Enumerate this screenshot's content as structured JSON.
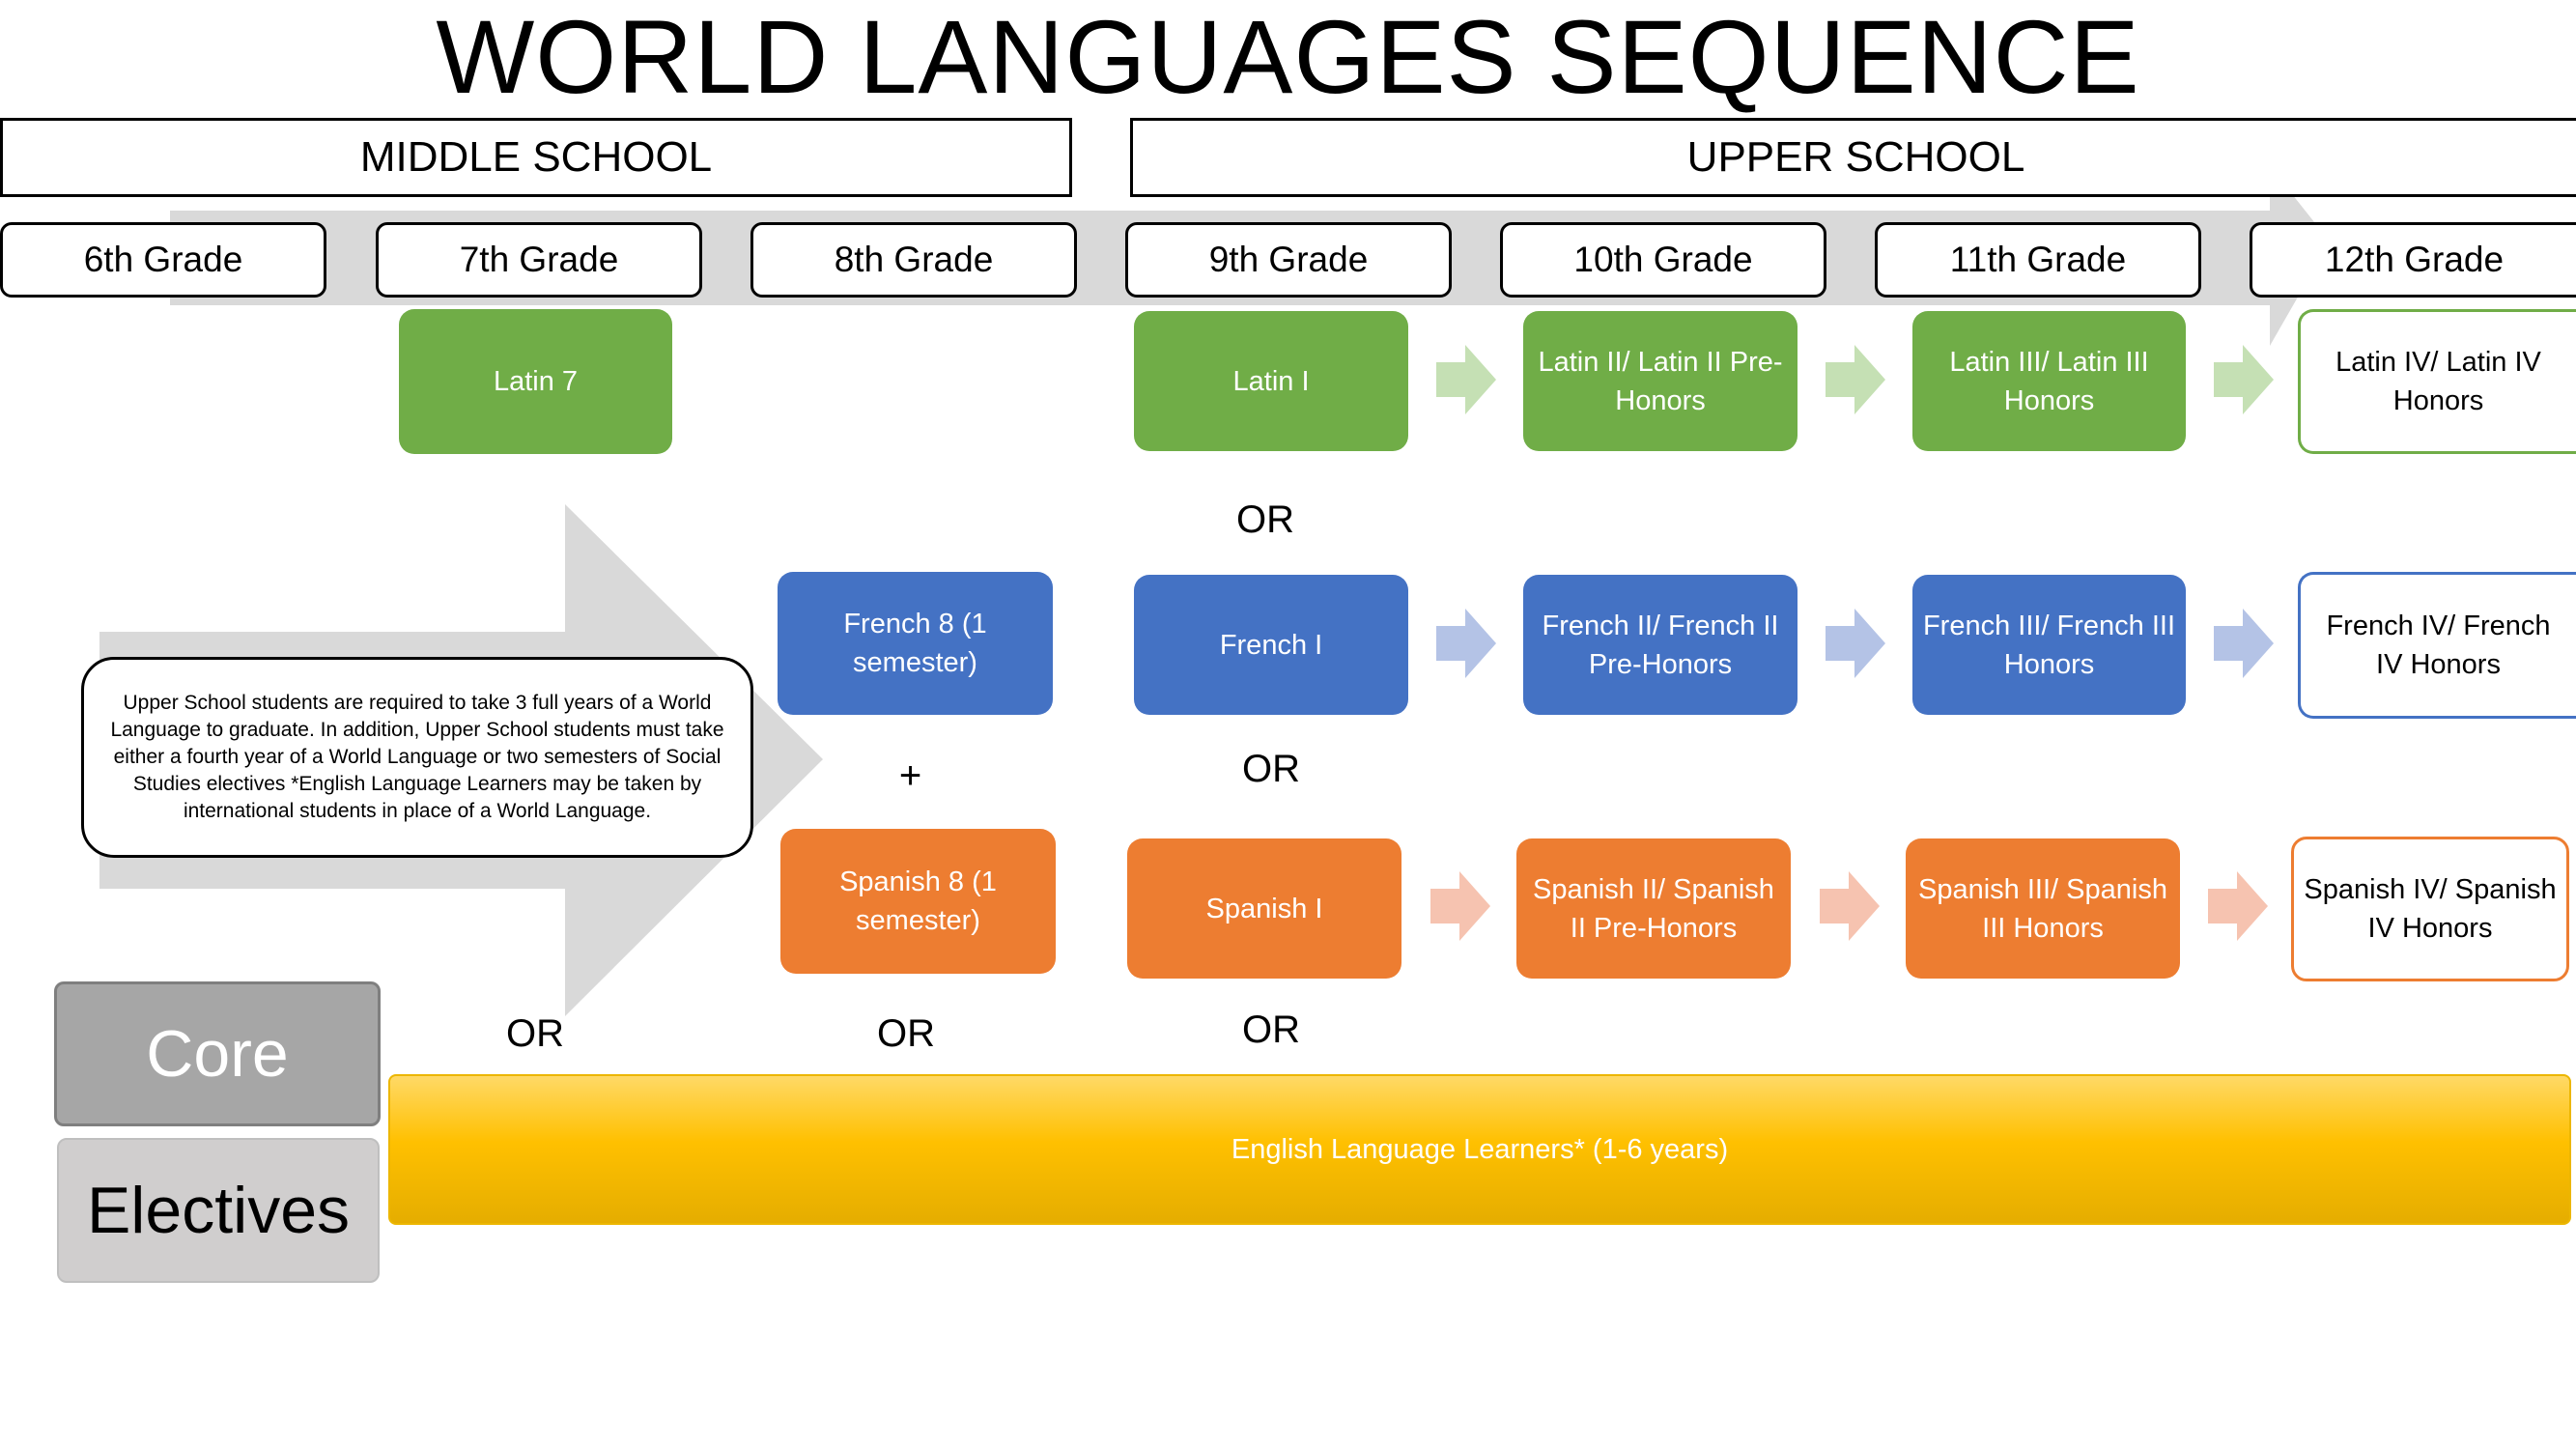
{
  "title": "WORLD LANGUAGES SEQUENCE",
  "sections": {
    "middle": "MIDDLE SCHOOL",
    "upper": "UPPER SCHOOL"
  },
  "grades": [
    "6th Grade",
    "7th Grade",
    "8th Grade",
    "9th Grade",
    "10th Grade",
    "11th Grade",
    "12th Grade"
  ],
  "latin": {
    "latin7": "Latin 7",
    "l1": "Latin I",
    "l2": "Latin II/ Latin II Pre-Honors",
    "l3": "Latin III/ Latin III Honors",
    "l4": "Latin IV/ Latin IV Honors"
  },
  "french": {
    "f8": "French 8 (1 semester)",
    "f1": "French I",
    "f2": "French II/ French II Pre-Honors",
    "f3": "French III/ French III Honors",
    "f4": "French IV/ French IV Honors"
  },
  "spanish": {
    "s8": "Spanish 8 (1 semester)",
    "s1": "Spanish I",
    "s2": "Spanish II/ Spanish II Pre-Honors",
    "s3": "Spanish III/ Spanish III Honors",
    "s4": "Spanish IV/ Spanish IV Honors"
  },
  "connectors": {
    "or": "OR",
    "plus": "+"
  },
  "note": "Upper School students are required to take 3 full years of a World Language to graduate. In addition, Upper School students must take either a fourth year of a World Language or two semesters of Social Studies electives *English Language Learners may be taken by international students in place of a World Language.",
  "legend": {
    "core": "Core",
    "electives": "Electives"
  },
  "ell": "English Language Learners* (1-6 years)",
  "colors": {
    "latin": "#70ad47",
    "french": "#4472c4",
    "spanish": "#ed7d31",
    "ell": "#ffc000",
    "arrow": "#d9d9d9"
  }
}
